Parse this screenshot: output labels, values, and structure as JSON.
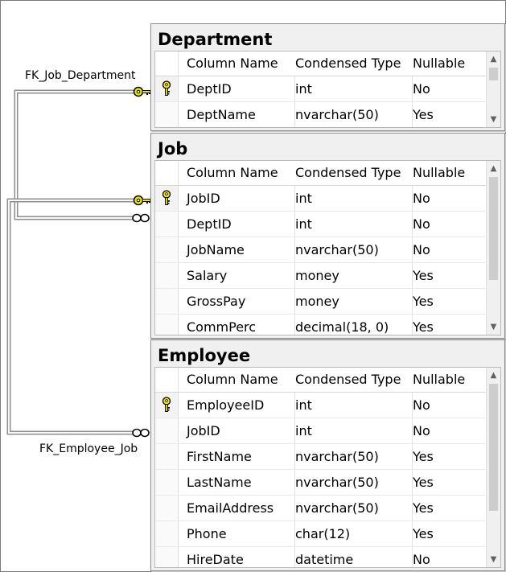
{
  "relationships": [
    {
      "label": "FK_Job_Department"
    },
    {
      "label": "FK_Employee_Job"
    }
  ],
  "columns_header": {
    "name": "Column Name",
    "type": "Condensed Type",
    "nullable": "Nullable"
  },
  "tables": {
    "department": {
      "title": "Department",
      "rows": [
        {
          "name": "DeptID",
          "type": "int",
          "nullable": "No",
          "pk": true
        },
        {
          "name": "DeptName",
          "type": "nvarchar(50)",
          "nullable": "Yes",
          "pk": false
        }
      ]
    },
    "job": {
      "title": "Job",
      "rows": [
        {
          "name": "JobID",
          "type": "int",
          "nullable": "No",
          "pk": true
        },
        {
          "name": "DeptID",
          "type": "int",
          "nullable": "No",
          "pk": false
        },
        {
          "name": "JobName",
          "type": "nvarchar(50)",
          "nullable": "No",
          "pk": false
        },
        {
          "name": "Salary",
          "type": "money",
          "nullable": "Yes",
          "pk": false
        },
        {
          "name": "GrossPay",
          "type": "money",
          "nullable": "Yes",
          "pk": false
        },
        {
          "name": "CommPerc",
          "type": "decimal(18, 0)",
          "nullable": "Yes",
          "pk": false
        }
      ]
    },
    "employee": {
      "title": "Employee",
      "rows": [
        {
          "name": "EmployeeID",
          "type": "int",
          "nullable": "No",
          "pk": true
        },
        {
          "name": "JobID",
          "type": "int",
          "nullable": "No",
          "pk": false
        },
        {
          "name": "FirstName",
          "type": "nvarchar(50)",
          "nullable": "Yes",
          "pk": false
        },
        {
          "name": "LastName",
          "type": "nvarchar(50)",
          "nullable": "Yes",
          "pk": false
        },
        {
          "name": "EmailAddress",
          "type": "nvarchar(50)",
          "nullable": "Yes",
          "pk": false
        },
        {
          "name": "Phone",
          "type": "char(12)",
          "nullable": "Yes",
          "pk": false
        },
        {
          "name": "HireDate",
          "type": "datetime",
          "nullable": "No",
          "pk": false
        }
      ]
    }
  },
  "colors": {
    "key_yellow": "#f2e600",
    "key_outline": "#000000",
    "connector": "#a0a0a0"
  },
  "icons": {
    "primary_key": "key-icon",
    "scroll_up": "chevron-up-icon",
    "scroll_down": "chevron-down-icon",
    "pk_end": "key-icon",
    "fk_end": "infinity-icon"
  }
}
